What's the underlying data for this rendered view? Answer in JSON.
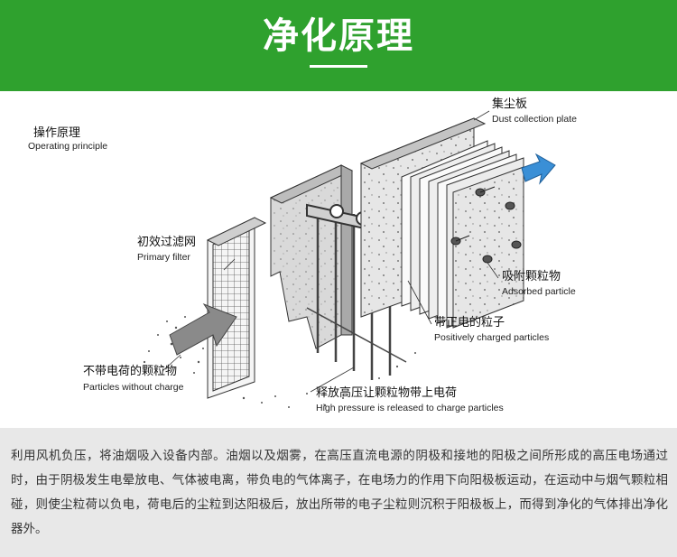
{
  "header": {
    "title": "净化原理",
    "color": "#2fa12e"
  },
  "diagram": {
    "section_cn": "操作原理",
    "section_en": "Operating principle",
    "labels": {
      "dust_plate_cn": "集尘板",
      "dust_plate_en": "Dust collection plate",
      "primary_filter_cn": "初效过滤网",
      "primary_filter_en": "Primary filter",
      "adsorbed_cn": "吸附颗粒物",
      "adsorbed_en": "Adsorbed particle",
      "positive_cn": "带正电的粒子",
      "positive_en": "Positively charged particles",
      "uncharged_cn": "不带电荷的颗粒物",
      "uncharged_en": "Particles without charge",
      "release_cn": "释放高压让颗粒物带上电荷",
      "release_en": "High pressure is released to charge particles"
    },
    "icons": [
      "airflow-in-arrow-icon",
      "airflow-out-arrow-icon"
    ]
  },
  "description": {
    "text": "利用风机负压，将油烟吸入设备内部。油烟以及烟雾，在高压直流电源的阴极和接地的阳极之间所形成的高压电场通过时，由于阴极发生电晕放电、气体被电离，带负电的气体离子，在电场力的作用下向阳极板运动，在运动中与烟气颗粒相碰，则使尘粒荷以负电，荷电后的尘粒到达阳极后，放出所带的电子尘粒则沉积于阳极板上，而得到净化的气体排出净化器外。"
  }
}
